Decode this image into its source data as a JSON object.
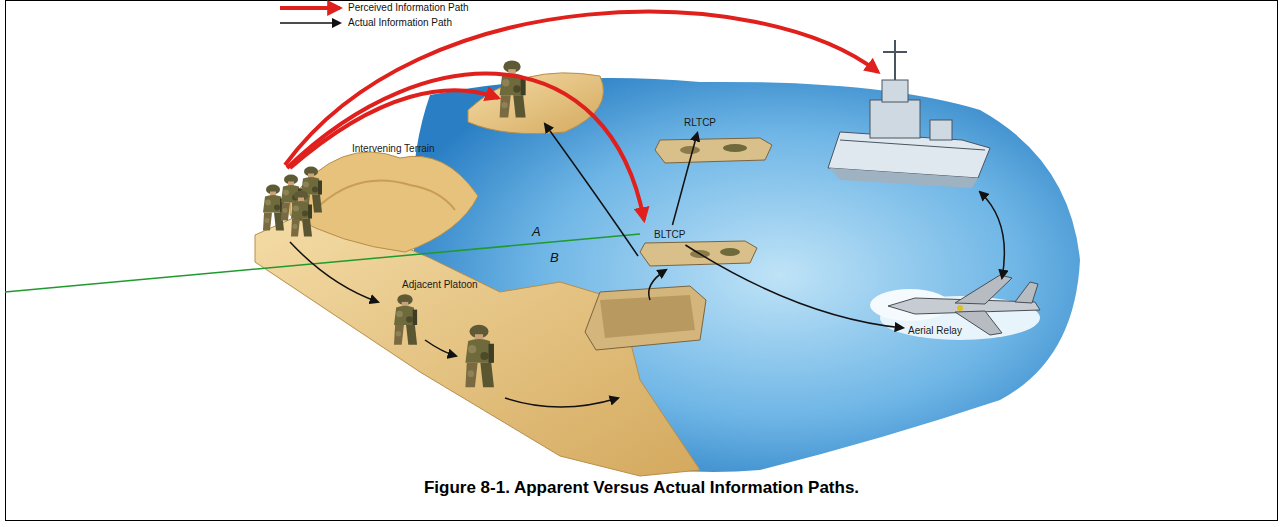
{
  "diagram": {
    "caption": "Figure 8-1. Apparent Versus Actual Information Paths.",
    "nodes": [
      {
        "text": [
          "Adjacent Platoon"
        ]
      },
      {
        "text": [
          "RLTCP"
        ]
      },
      {
        "text": [
          "BLTCP"
        ]
      },
      {
        "text": [
          "Aerial Relay"
        ]
      }
    ],
    "edges": [
      {
        "from": 2,
        "to": 1,
        "arrow": "to"
      },
      {
        "from": 2,
        "to": 3,
        "arrow": "to"
      }
    ],
    "labels": [
      "Intervening Terrain",
      "A",
      "B"
    ],
    "legend": [
      {
        "text": "Perceived Information Path"
      },
      {
        "text": "Actual Information Path"
      }
    ]
  }
}
